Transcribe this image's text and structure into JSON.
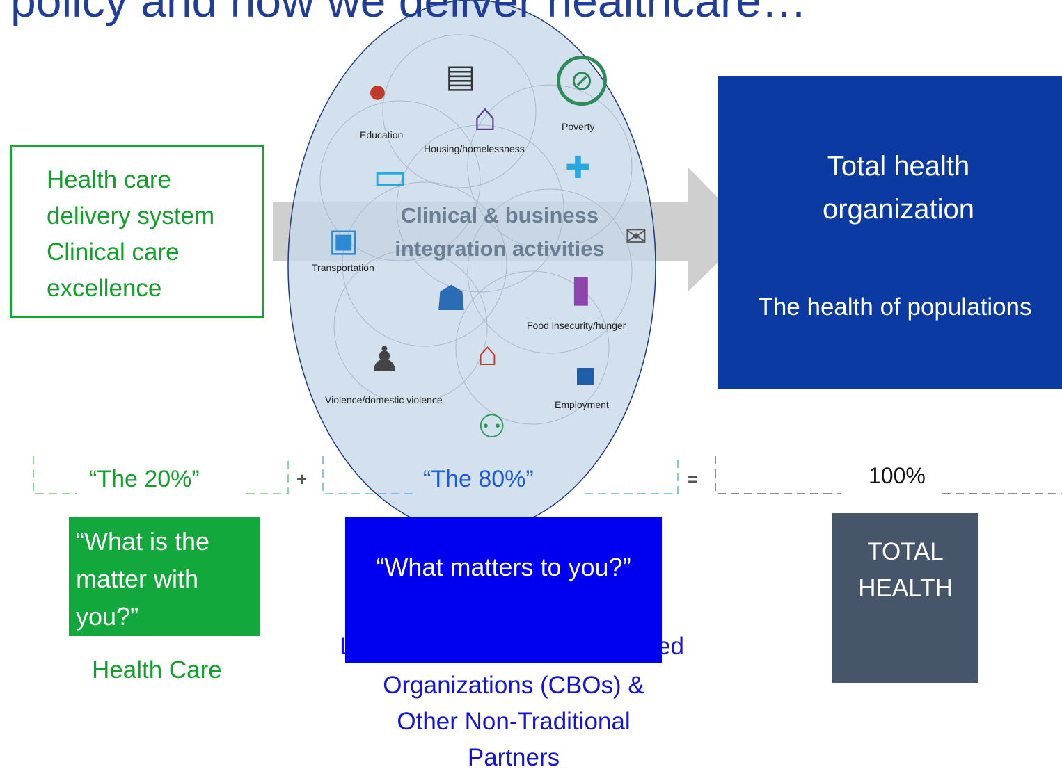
{
  "title": "g policy and how we deliver healthcare…",
  "left_box": {
    "line1": "Health care",
    "line2": "delivery system",
    "line3": "Clinical care",
    "line4": "excellence"
  },
  "center": {
    "line1": "Clinical & business",
    "line2": "integration activities"
  },
  "icons": [
    {
      "label": "",
      "icon": "news-screen-icon"
    },
    {
      "label": "Education",
      "icon": "apple-books-icon"
    },
    {
      "label": "Housing/homelessness",
      "icon": "house-icon"
    },
    {
      "label": "Poverty",
      "icon": "no-money-icon"
    },
    {
      "label": "",
      "icon": "laptop-icon"
    },
    {
      "label": "",
      "icon": "syringe-vial-icon"
    },
    {
      "label": "Transportation",
      "icon": "bus-icon"
    },
    {
      "label": "",
      "icon": "envelope-icon"
    },
    {
      "label": "",
      "icon": "family-icon"
    },
    {
      "label": "Food insecurity/hunger",
      "icon": "grocery-bag-icon"
    },
    {
      "label": "Violence/domestic violence",
      "icon": "violence-icon"
    },
    {
      "label": "",
      "icon": "car-house-icon"
    },
    {
      "label": "Employment",
      "icon": "briefcase-icon"
    },
    {
      "label": "",
      "icon": "doctor-patient-icon"
    }
  ],
  "right_box": {
    "line1": "Total health",
    "line2": "organization",
    "subtitle": "The health of populations"
  },
  "equation": {
    "part1": "“The 20%”",
    "plus": "+",
    "part2": "“The 80%”",
    "equals": "=",
    "total": "100%"
  },
  "bottom": {
    "q1": "“What is the matter with you?”",
    "q1_caption": "Health Care",
    "q2": "“What matters to you?”",
    "q2_caption_partial_left": "L",
    "q2_caption_partial_right": "ed",
    "q2_caption_lines": [
      "Organizations (CBOs) &",
      "Other Non-Traditional",
      "Partners"
    ],
    "q3": "TOTAL HEALTH"
  },
  "colors": {
    "green": "#12a83c",
    "blue": "#0000f0",
    "navy": "#0b3aa3",
    "slate": "#465569",
    "title_blue": "#1f3d99"
  }
}
